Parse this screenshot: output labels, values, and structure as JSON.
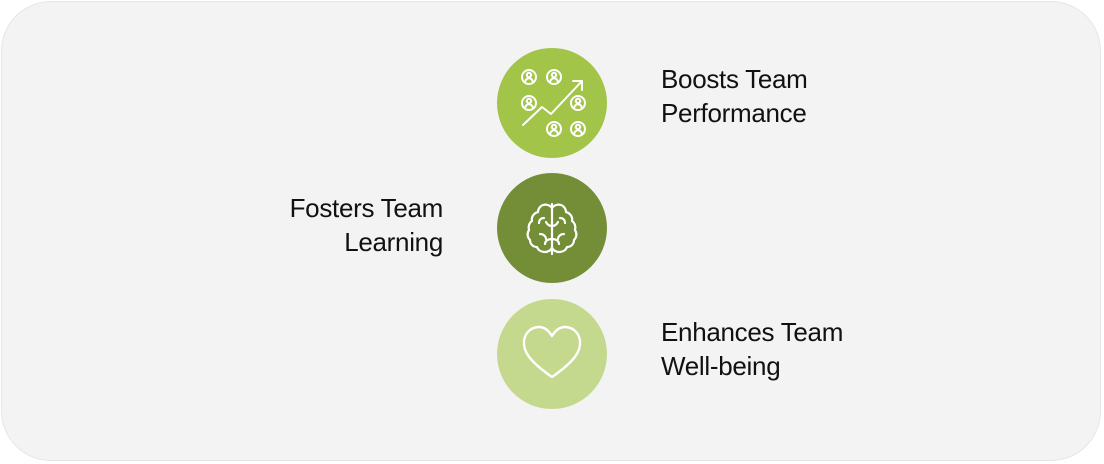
{
  "items": [
    {
      "line1": "Boosts Team",
      "line2": "Performance",
      "icon": "team-growth-icon",
      "color": "#a1c449"
    },
    {
      "line1": "Fosters Team",
      "line2": "Learning",
      "icon": "brain-icon",
      "color": "#738e37"
    },
    {
      "line1": "Enhances Team",
      "line2": "Well-being",
      "icon": "heart-icon",
      "color": "#c4d98e"
    }
  ]
}
